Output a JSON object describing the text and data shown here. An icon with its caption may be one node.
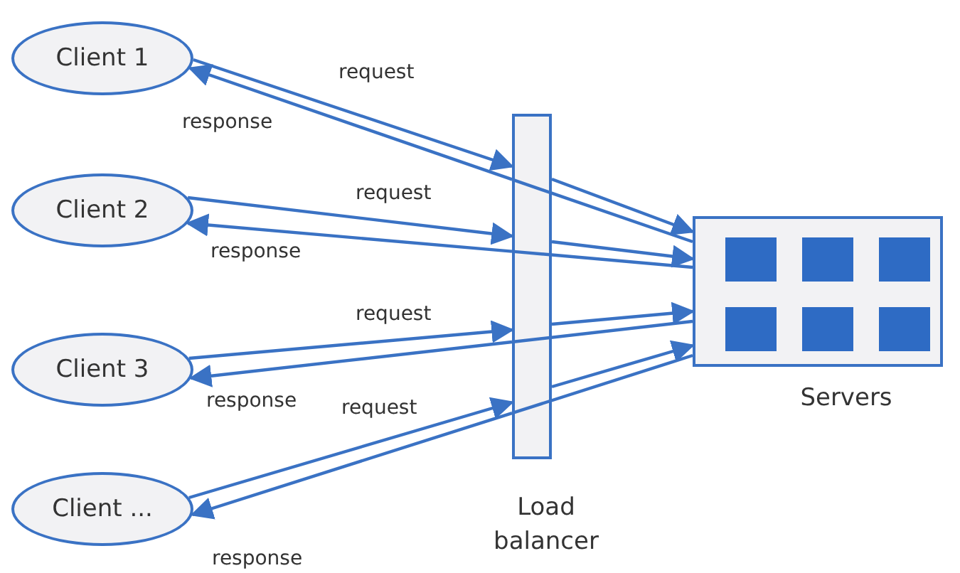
{
  "diagram": {
    "nodes": [
      {
        "text": [
          "Client 1"
        ]
      },
      {
        "text": [
          "Client 2"
        ]
      },
      {
        "text": [
          "Client 3"
        ]
      },
      {
        "text": [
          "Client ..."
        ]
      },
      {
        "text": [
          "Load balancer"
        ]
      },
      {
        "text": [
          "Servers"
        ]
      }
    ],
    "edges": [
      {
        "from": 0,
        "to": 4,
        "arrow": "to",
        "label": "request"
      },
      {
        "from": 4,
        "to": 5,
        "arrow": "to"
      },
      {
        "from": 5,
        "to": 4,
        "arrow": "none"
      },
      {
        "from": 4,
        "to": 0,
        "arrow": "to",
        "label": "response"
      },
      {
        "from": 1,
        "to": 4,
        "arrow": "to",
        "label": "request"
      },
      {
        "from": 4,
        "to": 5,
        "arrow": "to"
      },
      {
        "from": 5,
        "to": 4,
        "arrow": "none"
      },
      {
        "from": 4,
        "to": 1,
        "arrow": "to",
        "label": "response"
      },
      {
        "from": 2,
        "to": 4,
        "arrow": "to",
        "label": "request"
      },
      {
        "from": 4,
        "to": 5,
        "arrow": "to"
      },
      {
        "from": 5,
        "to": 4,
        "arrow": "none"
      },
      {
        "from": 4,
        "to": 2,
        "arrow": "to",
        "label": "response"
      },
      {
        "from": 3,
        "to": 4,
        "arrow": "to",
        "label": "request"
      },
      {
        "from": 4,
        "to": 5,
        "arrow": "to"
      },
      {
        "from": 5,
        "to": 4,
        "arrow": "none"
      },
      {
        "from": 4,
        "to": 3,
        "arrow": "to",
        "label": "response"
      }
    ]
  }
}
